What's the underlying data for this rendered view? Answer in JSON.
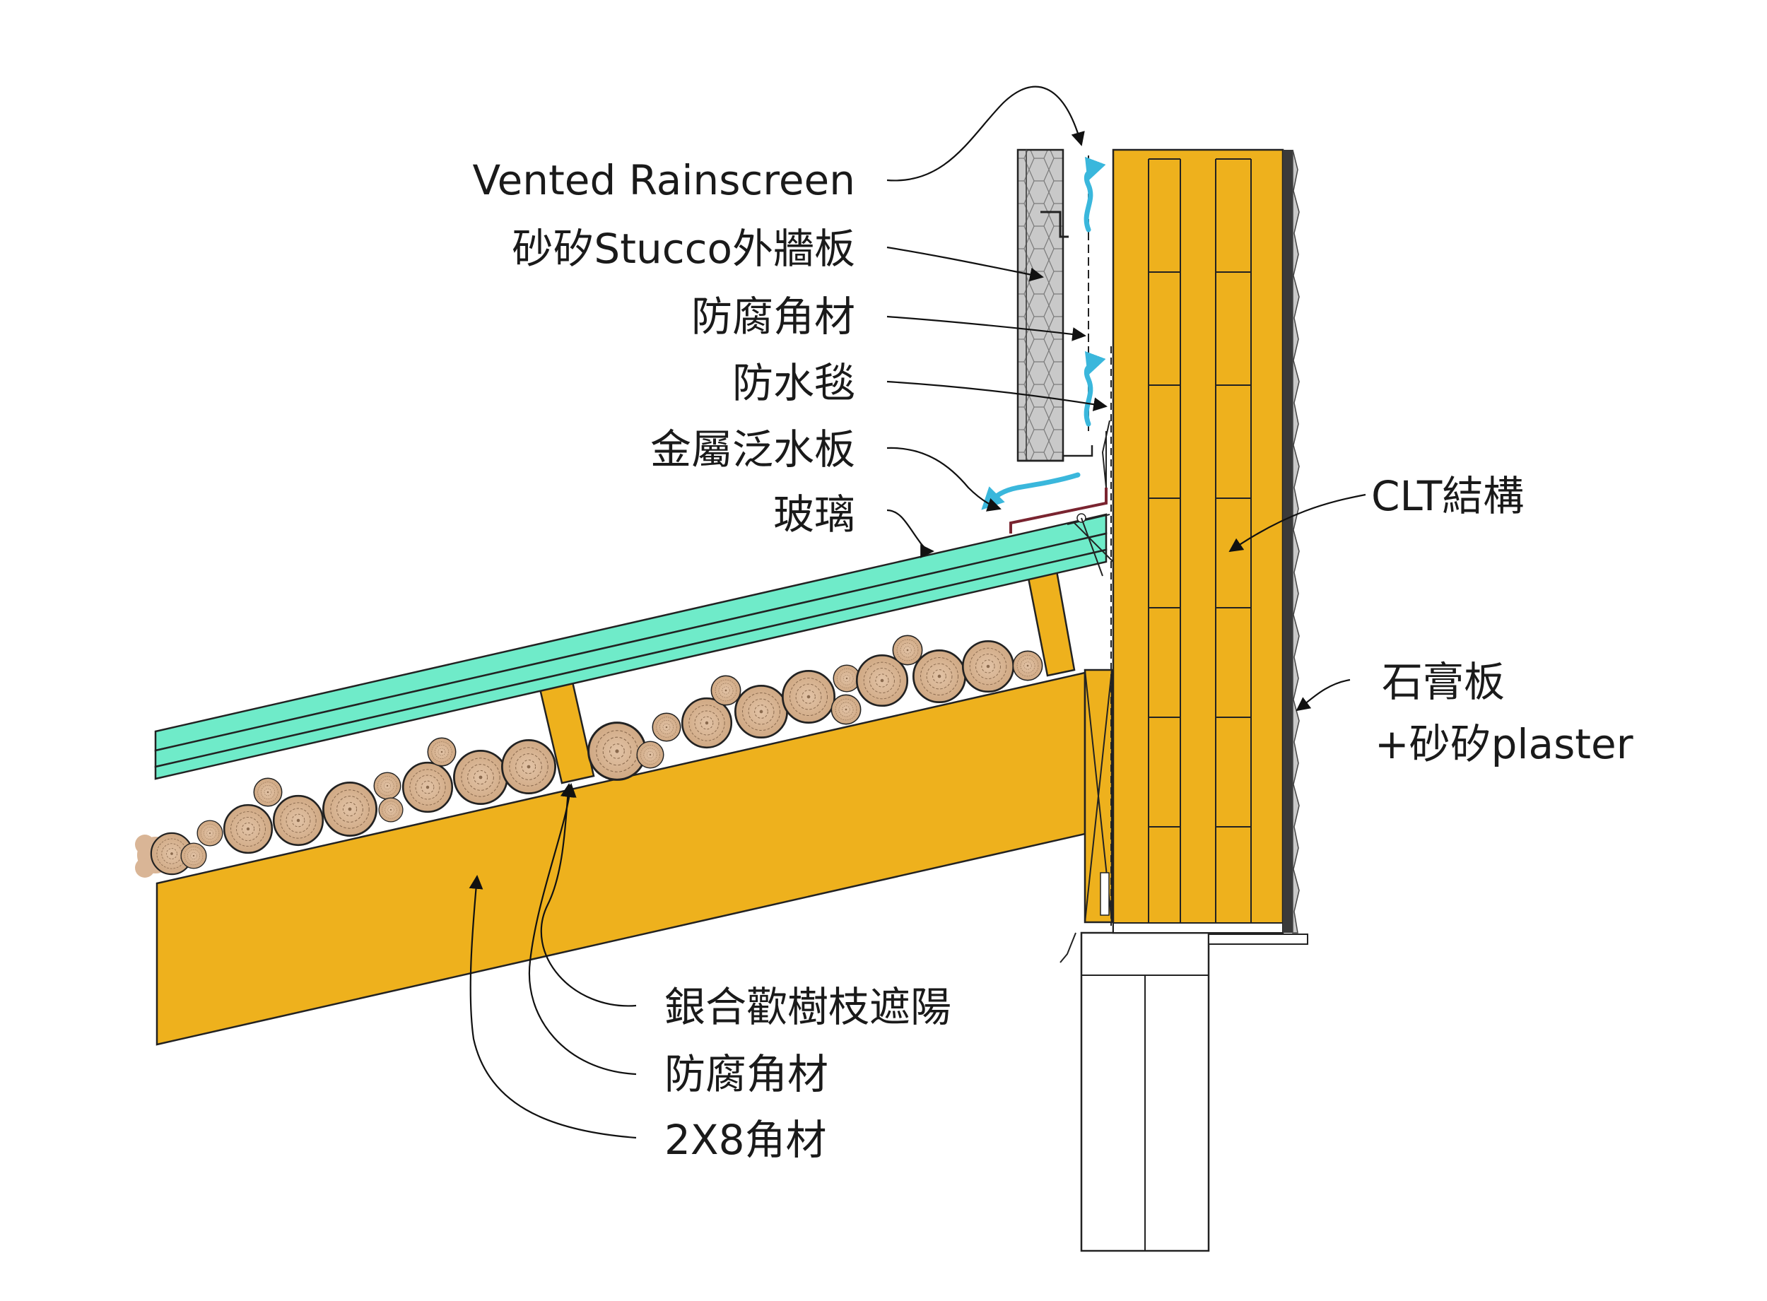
{
  "colors": {
    "wood": "#EEB11D",
    "glass": "#6FEBC9",
    "branch": "#D9B596",
    "airflow": "#3AB7DC",
    "stucco": "#C9C9C9",
    "flashing": "#7A2430"
  },
  "labels": {
    "vented_rainscreen": "Vented Rainscreen",
    "stucco_panel": "砂矽Stucco外牆板",
    "preserved_batten_top": "防腐角材",
    "waterproof_membrane": "防水毯",
    "metal_flashing": "金屬泛水板",
    "glass": "玻璃",
    "clt_structure": "CLT結構",
    "gypsum_board": "石膏板",
    "plaster": "+砂矽plaster",
    "acacia_branch_shade": "銀合歡樹枝遮陽",
    "preserved_batten_bottom": "防腐角材",
    "lumber_2x8": "2X8角材"
  },
  "icons": {
    "airflow_up": "airflow-arrow-icon",
    "drainage_out": "drainage-arrow-icon"
  }
}
